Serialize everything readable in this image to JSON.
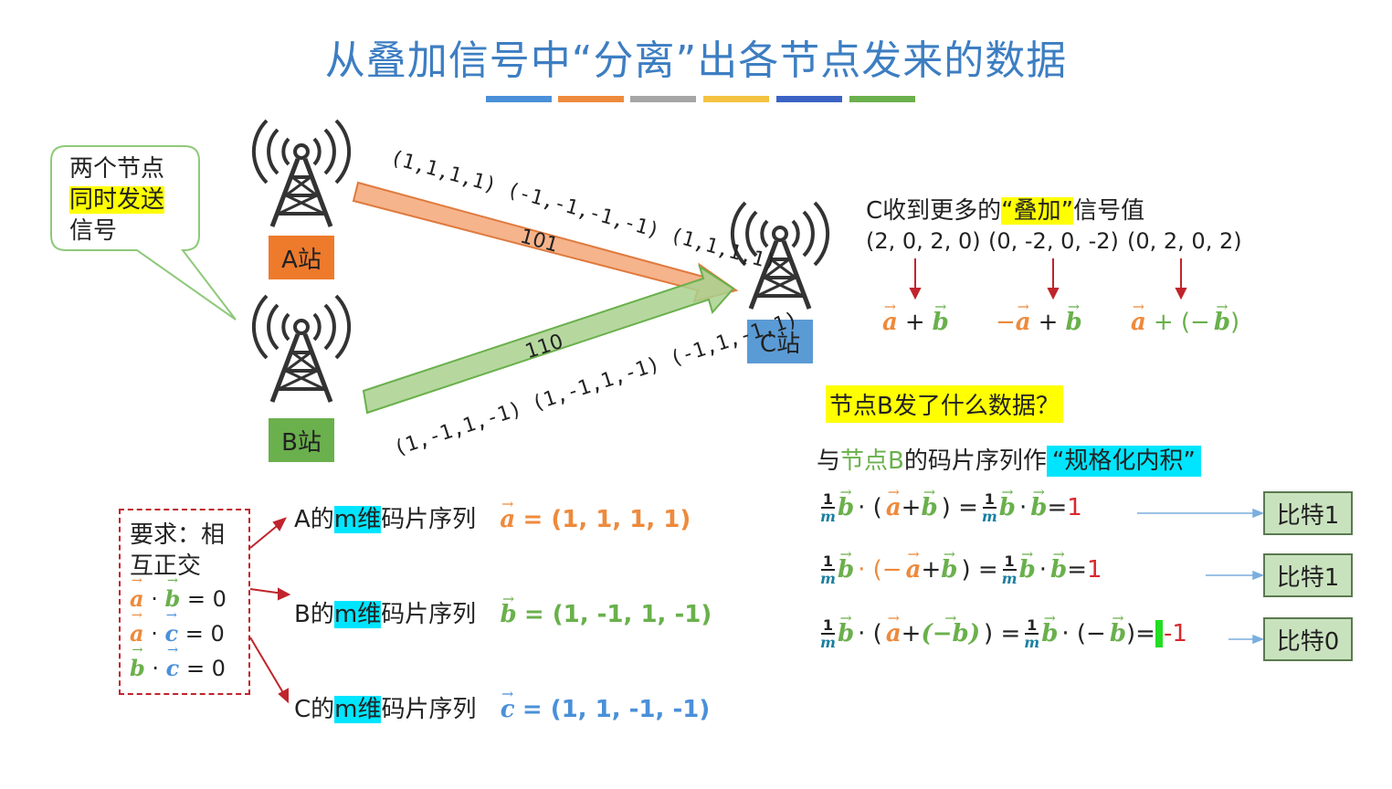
{
  "title": "从叠加信号中“分离”出各节点发来的数据",
  "strip_colors": [
    "#4a90d9",
    "#ee8a3c",
    "#a6a6a6",
    "#f5c242",
    "#3b63c4",
    "#6ab04c"
  ],
  "callout": {
    "line1": "两个节点",
    "line2": "同时发送",
    "line3": "信号"
  },
  "stations": {
    "a": "A站",
    "b": "B站",
    "c": "C站"
  },
  "arrow_a": {
    "sequence": "(1,1,1,1) (-1,-1,-1,-1) (1,1,1,1)",
    "bits": "101"
  },
  "arrow_b": {
    "sequence": "(1,-1,1,-1) (1,-1,1,-1) (-1,1,-1,1)",
    "bits": "110"
  },
  "received": {
    "prefix": "C收到更多的",
    "highlight": "“叠加”",
    "suffix": "信号值",
    "values": [
      "(2, 0, 2, 0)",
      "(0, -2, 0, -2)",
      "(0, 2, 0, 2)"
    ],
    "exprs": [
      {
        "p1": "a",
        "op": "+",
        "p2": "b",
        "pre": "",
        "post": ""
      },
      {
        "p1": "a",
        "op": "+",
        "p2": "b",
        "pre": "−",
        "post": ""
      },
      {
        "p1": "a",
        "op": "+ (−",
        "p2": "b",
        "pre": "",
        "post": ")"
      }
    ]
  },
  "question": "节点B发了什么数据？",
  "inner": {
    "prefix": "与",
    "node": "节点B",
    "mid": "的码片序列作",
    "highlight": "“规格化内积”"
  },
  "formulas": [
    {
      "lhs1": "· (",
      "a": "a",
      "plus": " + ",
      "b": "b",
      "close": ") =",
      "mid": "·",
      "rhs_b": "b",
      "eq": "= ",
      "result": "1",
      "bit": "比特1"
    },
    {
      "lhs1": "· (−",
      "a": "a",
      "plus": " + ",
      "b": "b",
      "close": " ) =",
      "mid": "·",
      "rhs_b": "b",
      "eq": "= ",
      "result": "1",
      "bit": "比特1"
    },
    {
      "lhs1": "· (",
      "a": "a",
      "plus": " + ",
      "b": "(−b)",
      "close": ") =",
      "mid": "· (−",
      "rhs_b": "b",
      "eq": ")= ",
      "result": "-1",
      "bit": "比特0"
    }
  ],
  "frac": {
    "num": "1",
    "den": "m"
  },
  "requirement": {
    "line1": "要求：相",
    "line2": "互正交",
    "eqs": [
      {
        "v1": "a",
        "v2": "b",
        "rhs": "= 0"
      },
      {
        "v1": "a",
        "v2": "c",
        "rhs": "= 0"
      },
      {
        "v1": "b",
        "v2": "c",
        "rhs": "= 0"
      }
    ]
  },
  "sequences": [
    {
      "node": "A的",
      "dim": "m维",
      "rest": "码片序列",
      "vec": "a",
      "value": "= (1, 1, 1, 1)"
    },
    {
      "node": "B的",
      "dim": "m维",
      "rest": "码片序列",
      "vec": "b",
      "value": "= (1, -1, 1, -1)"
    },
    {
      "node": "C的",
      "dim": "m维",
      "rest": "码片序列",
      "vec": "c",
      "value": "= (1, 1, -1, -1)"
    }
  ],
  "colors": {
    "a": "#ee8a3c",
    "b": "#6ab04c",
    "c": "#4a90d9",
    "station_a": "#ee7a2c",
    "station_b": "#6ab04c",
    "station_c": "#5b9bd5"
  }
}
